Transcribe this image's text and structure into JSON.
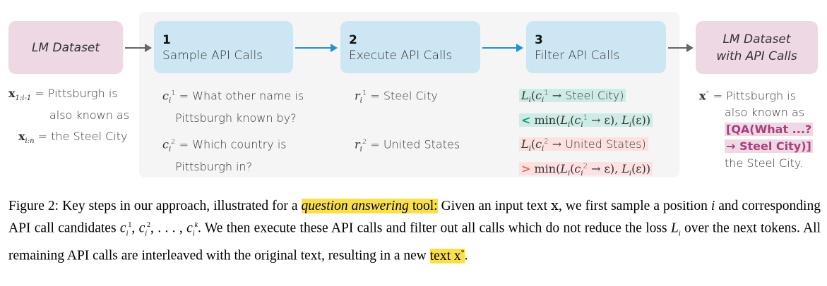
{
  "diagram": {
    "input_box": "LM Dataset",
    "steps": [
      {
        "number": "1",
        "label": "Sample API Calls"
      },
      {
        "number": "2",
        "label": "Execute API Calls"
      },
      {
        "number": "3",
        "label": "Filter API Calls"
      }
    ],
    "output_box": [
      "LM Dataset",
      "with API Calls"
    ],
    "input_text": {
      "prefix_var": "x",
      "prefix_sub": "1:i-1",
      "prefix_text_1": "= Pittsburgh is",
      "prefix_text_2": "also known as",
      "suffix_var": "x",
      "suffix_sub": "i:n",
      "suffix_text": "= the Steel City"
    },
    "calls": [
      {
        "sup": "1",
        "text_1": "= What other name is",
        "text_2": "Pittsburgh known by?",
        "result": "= Steel City",
        "loss_1": "Steel City)",
        "cmp": "<",
        "keep": true
      },
      {
        "sup": "2",
        "text_1": "= Which country is",
        "text_2": "Pittsburgh in?",
        "result": "= United States",
        "loss_1": "United States)",
        "cmp": ">",
        "keep": false
      }
    ],
    "output_text": {
      "var": "x",
      "line_1": "= Pittsburgh is",
      "line_2": "also known as",
      "api_1": "[QA(What ...?",
      "api_2": "→ Steel City)]",
      "line_3": "the Steel City."
    },
    "colors": {
      "pink": "#eed8e4",
      "blue": "#cce7f3",
      "green": "#cdece6",
      "red": "#fde0e0",
      "highlight": "#f9e04a"
    }
  },
  "caption": {
    "p1": "Figure 2:  Key steps in our approach, illustrated for a ",
    "hl1_italic": "question answering",
    "hl1_rest": " tool:",
    "p2": " Given an input text ",
    "p3": ", we first sample a position ",
    "p4": " and corresponding API call candidates ",
    "p5": ".  We then execute these API calls and filter out all calls which do not reduce the loss ",
    "p6": " over the next tokens.  All remaining API calls are interleaved with the original text, resulting in a new ",
    "hl2": "text ",
    "p7": "."
  }
}
